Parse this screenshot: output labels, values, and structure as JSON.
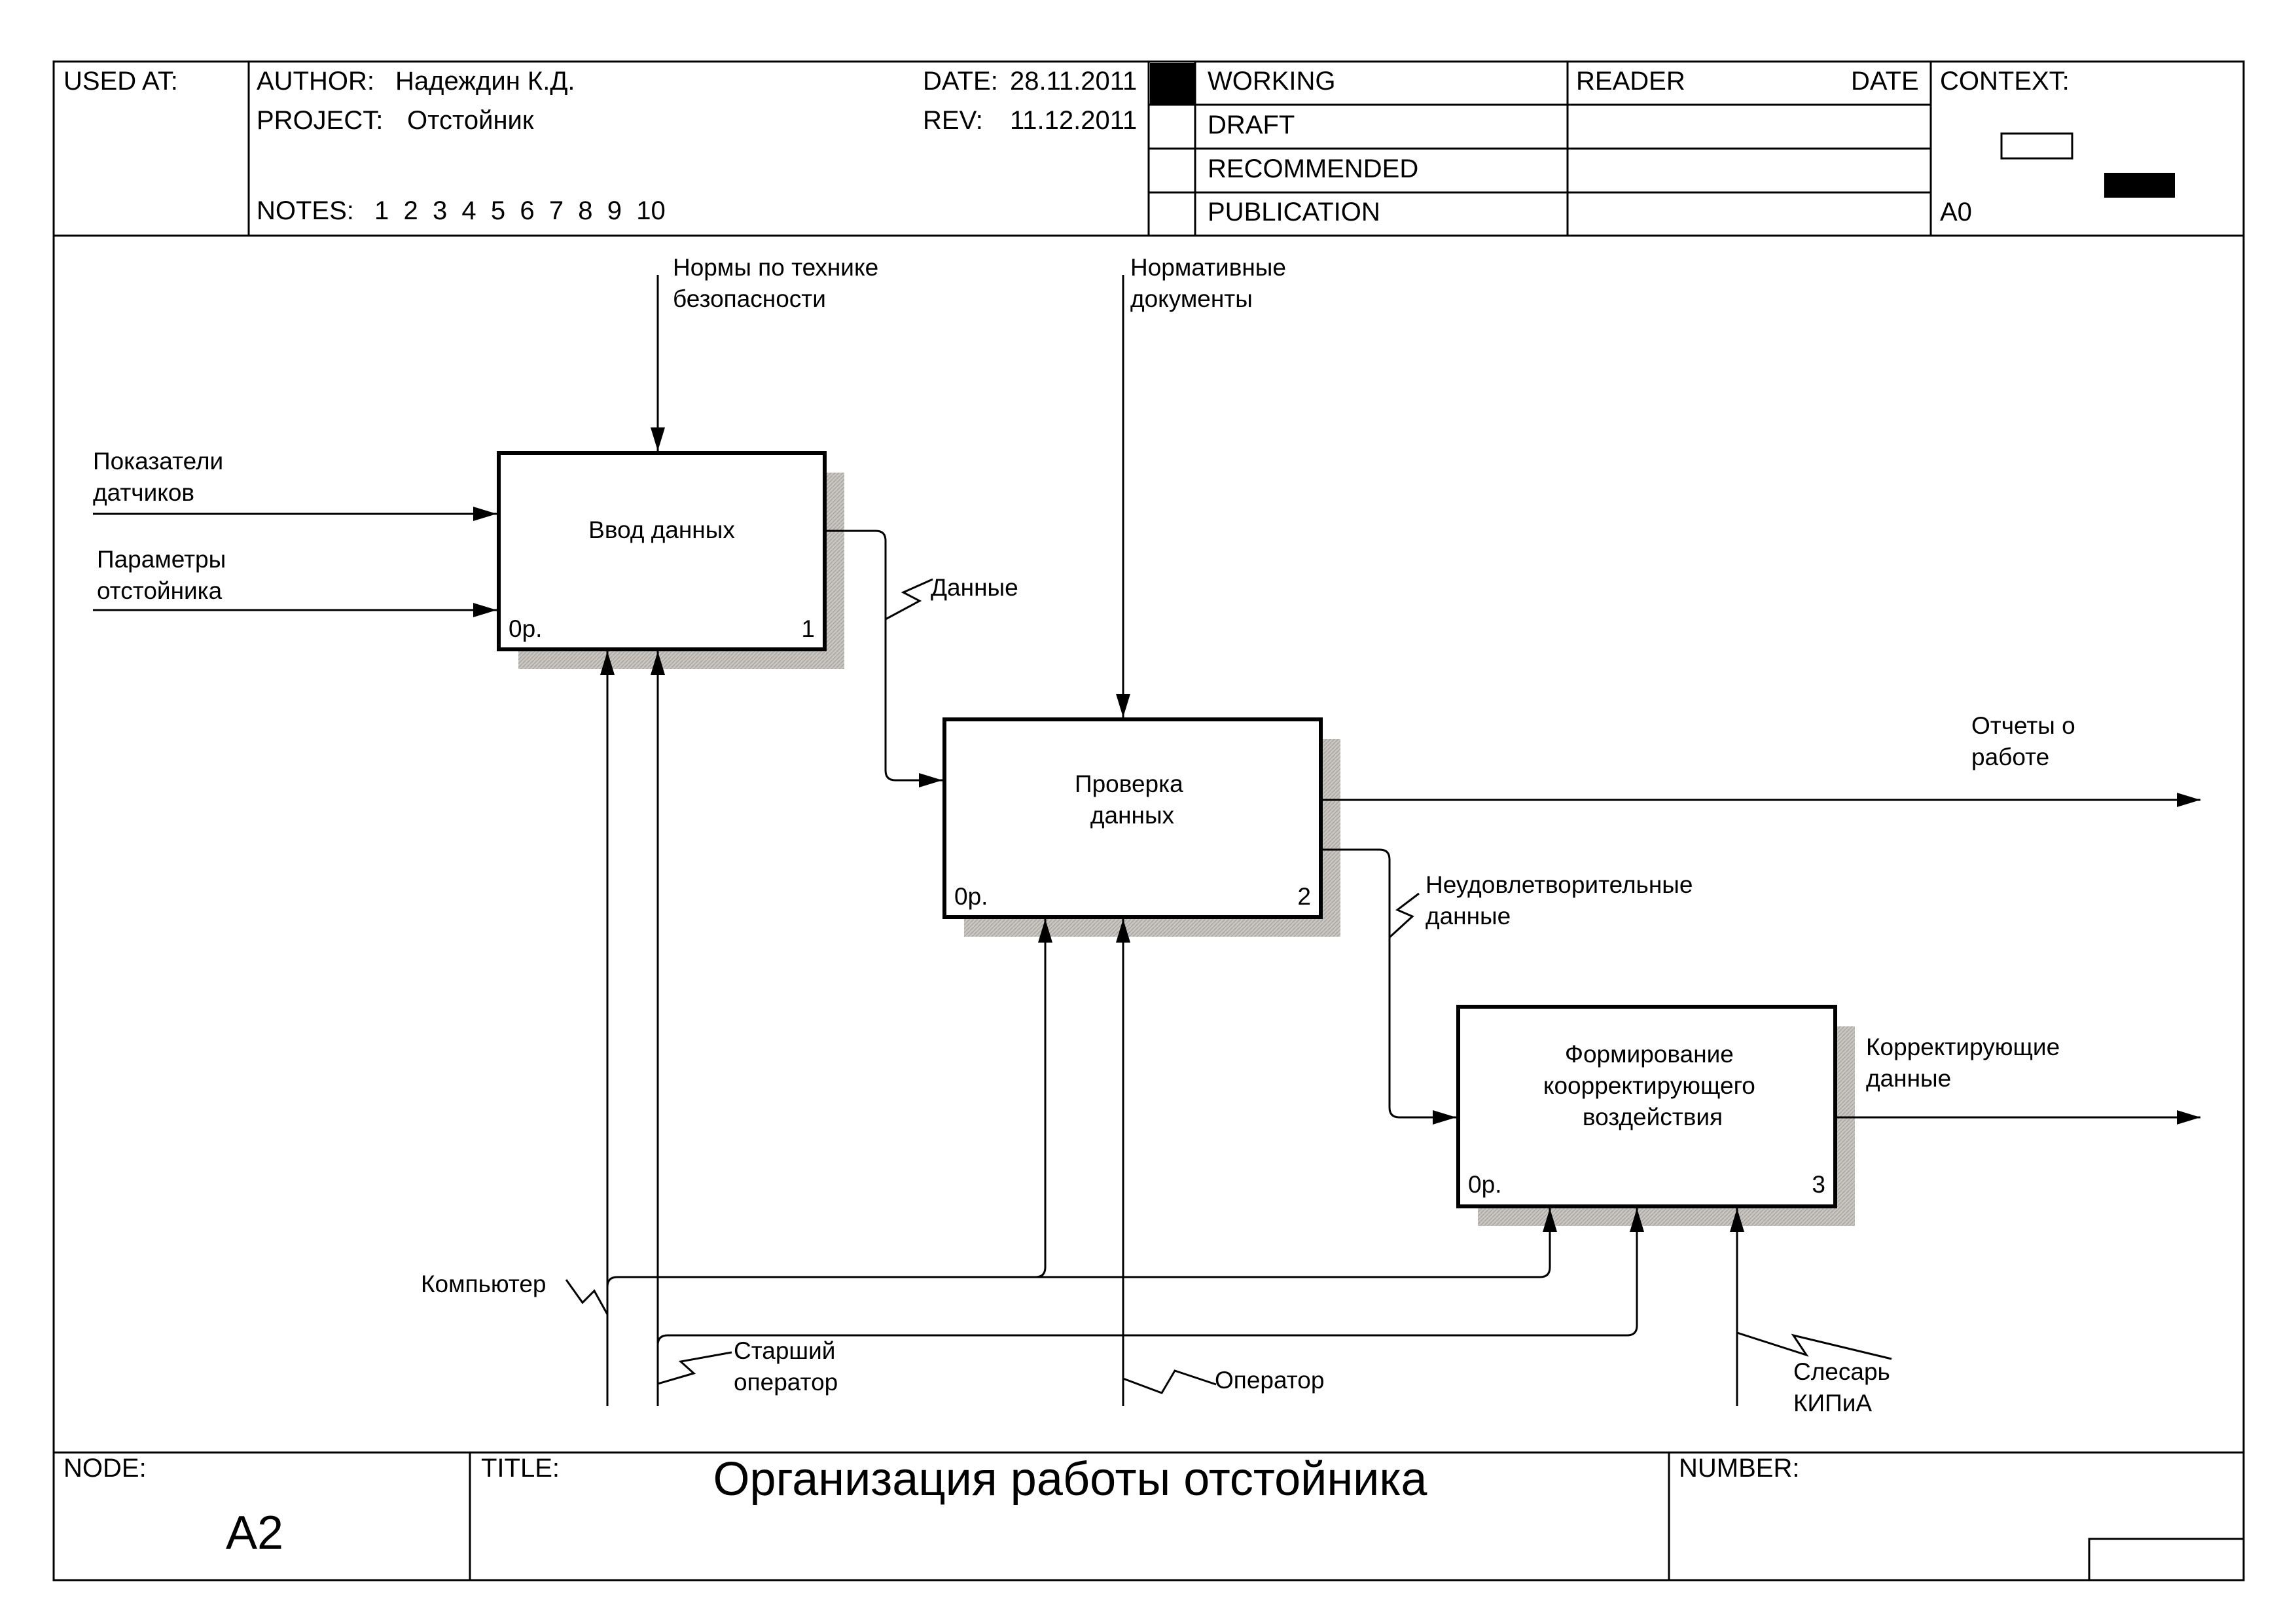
{
  "header": {
    "used_at_label": "USED AT:",
    "author_label": "AUTHOR:",
    "author_value": "Надеждин К.Д.",
    "date_label": "DATE:",
    "date_value": "28.11.2011",
    "project_label": "PROJECT:",
    "project_value": "Отстойник",
    "rev_label": "REV:",
    "rev_value": "11.12.2011",
    "notes_label": "NOTES:",
    "notes_values": "1  2  3  4  5  6  7  8  9  10",
    "status": [
      "WORKING",
      "DRAFT",
      "RECOMMENDED",
      "PUBLICATION"
    ],
    "reader_label": "READER",
    "reader_date_label": "DATE",
    "context_label": "CONTEXT:",
    "context_node": "A0"
  },
  "boxes": [
    {
      "title": [
        "Ввод данных"
      ],
      "cost": "0р.",
      "number": "1"
    },
    {
      "title": [
        "Проверка",
        "данных"
      ],
      "cost": "0р.",
      "number": "2"
    },
    {
      "title": [
        "Формирование",
        "коорректирующего",
        "воздействия"
      ],
      "cost": "0р.",
      "number": "3"
    }
  ],
  "arrow_labels": {
    "safety_norms": [
      "Нормы по технике",
      "безопасности"
    ],
    "normative_docs": [
      "Нормативные",
      "документы"
    ],
    "sensor_readings": [
      "Показатели",
      "датчиков"
    ],
    "tank_params": [
      "Параметры",
      "отстойника"
    ],
    "data": [
      "Данные"
    ],
    "work_reports": [
      "Отчеты о",
      "работе"
    ],
    "unsatisfactory_data": [
      "Неудовлетворительные",
      "данные"
    ],
    "correcting_data": [
      "Корректирующие",
      "данные"
    ],
    "computer": [
      "Компьютер"
    ],
    "senior_operator": [
      "Старший",
      "оператор"
    ],
    "operator": [
      "Оператор"
    ],
    "mechanic": [
      "Слесарь",
      "КИПиА"
    ]
  },
  "footer": {
    "node_label": "NODE:",
    "node_value": "A2",
    "title_label": "TITLE:",
    "title_value": "Организация работы отстойника",
    "number_label": "NUMBER:"
  }
}
